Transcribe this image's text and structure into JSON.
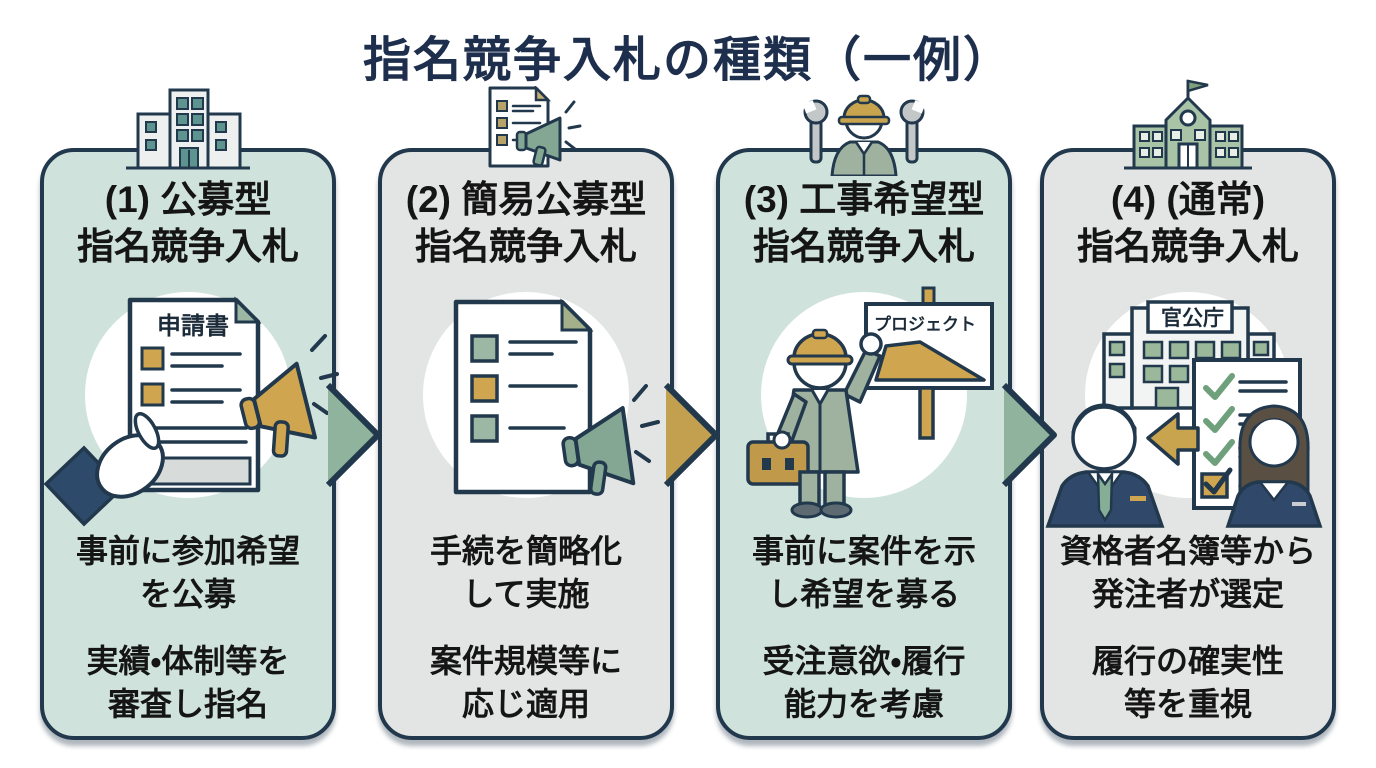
{
  "title": "指名競争入札の種類（一例）",
  "cards": [
    {
      "title": "(1) 公募型\n指名競争入札",
      "body1": "事前に参加希望\nを公募",
      "body2": "実績・体制等を\n審査し指名",
      "doc_label": "申請書",
      "top_icon": "office-building-icon",
      "illustration": "hand-holding-application-with-megaphone",
      "bg": "#cfe3dc"
    },
    {
      "title": "(2) 簡易公募型\n指名競争入札",
      "body1": "手続を簡略化\nして実施",
      "body2": "案件規模等に\n応じ適用",
      "top_icon": "document-megaphone-icon",
      "illustration": "checklist-with-megaphone",
      "bg": "#e3e5e4"
    },
    {
      "title": "(3) 工事希望型\n指名競争入札",
      "body1": "事前に案件を示\nし希望を募る",
      "body2": "受注意欲・履行\n能力を考慮",
      "sign_label": "プロジェクト",
      "top_icon": "construction-worker-icon",
      "illustration": "worker-pointing-project-sign",
      "bg": "#cfe3dc"
    },
    {
      "title": "(4) (通常)\n指名競争入札",
      "body1": "資格者名簿等から\n発注者が選定",
      "body2": "履行の確実性\n等を重視",
      "building_label": "官公庁",
      "top_icon": "government-building-icon",
      "illustration": "agency-selecting-from-roster",
      "bg": "#e3e5e4"
    }
  ],
  "arrows": [
    {
      "direction": "right",
      "color": "#8fb39c"
    },
    {
      "direction": "right",
      "color": "#c2a050"
    },
    {
      "direction": "right",
      "color": "#8fb39c"
    }
  ],
  "colors": {
    "outline_navy": "#22384c",
    "title_navy": "#1e2f4d",
    "mint_card": "#cfe3dc",
    "gray_card": "#e3e5e4",
    "accent_gold": "#cfa64f",
    "accent_sage": "#8fb39c",
    "suit_navy": "#30496b",
    "uniform_green": "#9fb19f"
  }
}
